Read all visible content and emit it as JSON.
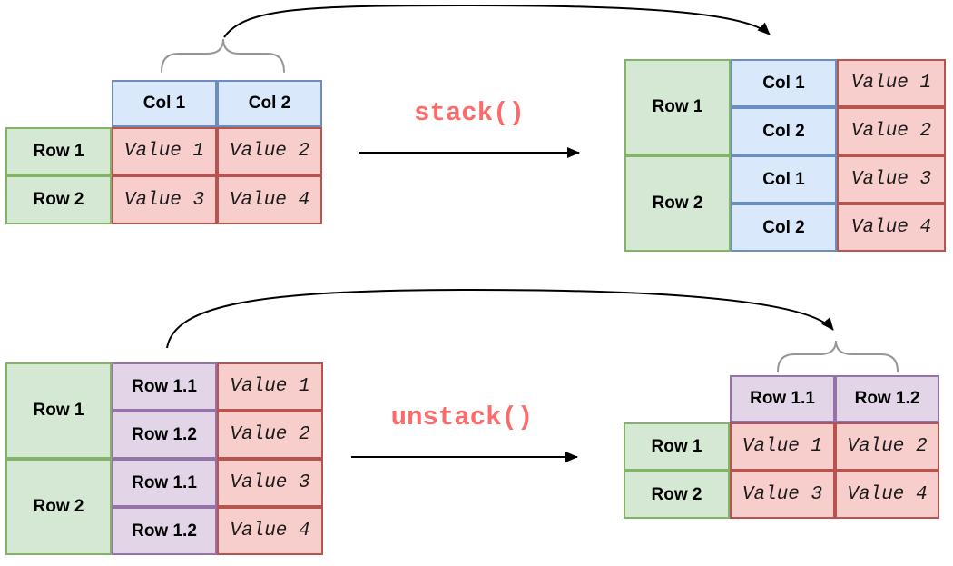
{
  "stack": {
    "label": "stack()",
    "source": {
      "col_headers": [
        "Col 1",
        "Col 2"
      ],
      "row_headers": [
        "Row 1",
        "Row 2"
      ],
      "values": [
        "Value 1",
        "Value 2",
        "Value 3",
        "Value 4"
      ]
    },
    "result": {
      "row_headers": [
        "Row 1",
        "Row 2"
      ],
      "col_keys": [
        "Col 1",
        "Col 2",
        "Col 1",
        "Col 2"
      ],
      "values": [
        "Value 1",
        "Value 2",
        "Value 3",
        "Value 4"
      ]
    }
  },
  "unstack": {
    "label": "unstack()",
    "source": {
      "row_headers": [
        "Row 1",
        "Row 2"
      ],
      "sub_row_keys": [
        "Row 1.1",
        "Row 1.2",
        "Row 1.1",
        "Row 1.2"
      ],
      "values": [
        "Value 1",
        "Value 2",
        "Value 3",
        "Value 4"
      ]
    },
    "result": {
      "col_headers": [
        "Row 1.1",
        "Row 1.2"
      ],
      "row_headers": [
        "Row 1",
        "Row 2"
      ],
      "values": [
        "Value 1",
        "Value 2",
        "Value 3",
        "Value 4"
      ]
    }
  },
  "colors": {
    "green_fill": "#d5e8d4",
    "green_stroke": "#82b366",
    "blue_fill": "#dae8fc",
    "blue_stroke": "#6c8ebf",
    "red_fill": "#f8cecc",
    "red_stroke": "#b85450",
    "purple_fill": "#e1d5e7",
    "purple_stroke": "#9673a6",
    "operation_label_color": "#fb6b6b",
    "arrow_color": "#000000",
    "brace_color": "#969696",
    "background": "#ffffff"
  }
}
